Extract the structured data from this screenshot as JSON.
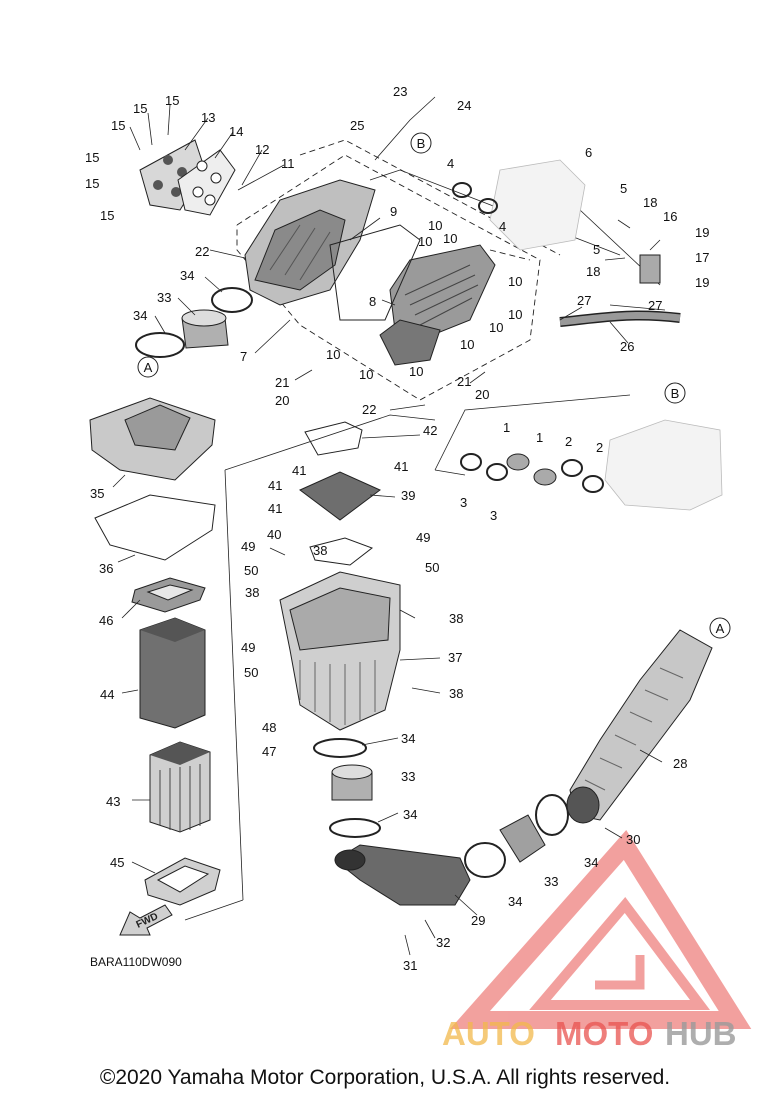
{
  "diagram": {
    "callouts": [
      "1",
      "2",
      "3",
      "4",
      "5",
      "6",
      "7",
      "8",
      "9",
      "10",
      "11",
      "12",
      "13",
      "14",
      "15",
      "16",
      "17",
      "18",
      "19",
      "20",
      "21",
      "22",
      "23",
      "24",
      "25",
      "26",
      "27",
      "28",
      "29",
      "30",
      "31",
      "32",
      "33",
      "34",
      "35",
      "36",
      "37",
      "38",
      "39",
      "40",
      "41",
      "42",
      "43",
      "44",
      "45",
      "46",
      "47",
      "48",
      "49",
      "50"
    ],
    "connectors": [
      "A",
      "B"
    ],
    "direction_label": "FWD",
    "reference_code": "BARA110DW090",
    "copyright": "©2020 Yamaha Motor Corporation, U.S.A. All rights reserved."
  },
  "watermark": {
    "word_1": "AUTO",
    "word_2": "MOTO",
    "word_3": "HUB",
    "colors": {
      "auto": "#f2b84b",
      "moto": "#e8534f",
      "hub": "#9a9a9a",
      "logo": "#e8534f"
    }
  }
}
